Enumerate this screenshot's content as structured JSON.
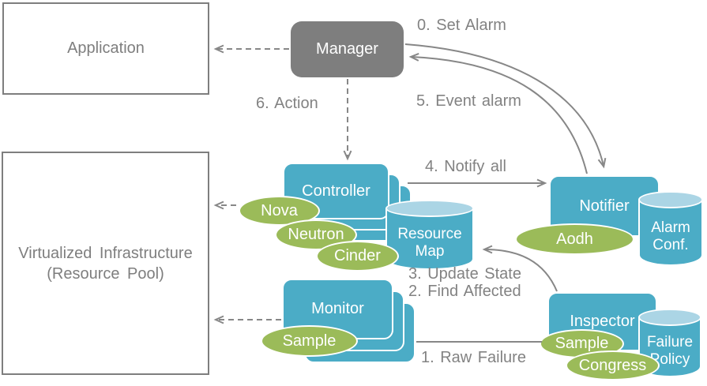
{
  "colors": {
    "teal": "#4BACC6",
    "teal_light": "#ABD5E5",
    "green": "#9BBB59",
    "gray": "#7E7E7E",
    "line": "#878787",
    "white": "#FFFFFF"
  },
  "boxes": {
    "application": {
      "label": "Application"
    },
    "virtualized_infrastructure": {
      "line1": "Virtualized Infrastructure",
      "line2": "(Resource Pool)"
    },
    "manager": {
      "label": "Manager"
    },
    "controller": {
      "label": "Controller"
    },
    "monitor": {
      "label": "Monitor"
    },
    "notifier": {
      "label": "Notifier"
    },
    "inspector": {
      "label": "Inspector"
    }
  },
  "cylinders": {
    "resource_map": {
      "line1": "Resource",
      "line2": "Map"
    },
    "alarm_conf": {
      "line1": "Alarm",
      "line2": "Conf."
    },
    "failure_policy": {
      "line1": "Failure",
      "line2": "Policy"
    }
  },
  "ellipses": {
    "nova": {
      "label": "Nova"
    },
    "neutron": {
      "label": "Neutron"
    },
    "cinder": {
      "label": "Cinder"
    },
    "monitor_sample": {
      "label": "Sample"
    },
    "aodh": {
      "label": "Aodh"
    },
    "inspector_sample": {
      "label": "Sample"
    },
    "congress": {
      "label": "Congress"
    }
  },
  "flow_labels": {
    "step0": "0. Set Alarm",
    "step1": "1. Raw Failure",
    "step2": "2. Find Affected",
    "step3": "3. Update State",
    "step4": "4. Notify all",
    "step5": "5. Event alarm",
    "step6": "6. Action"
  }
}
